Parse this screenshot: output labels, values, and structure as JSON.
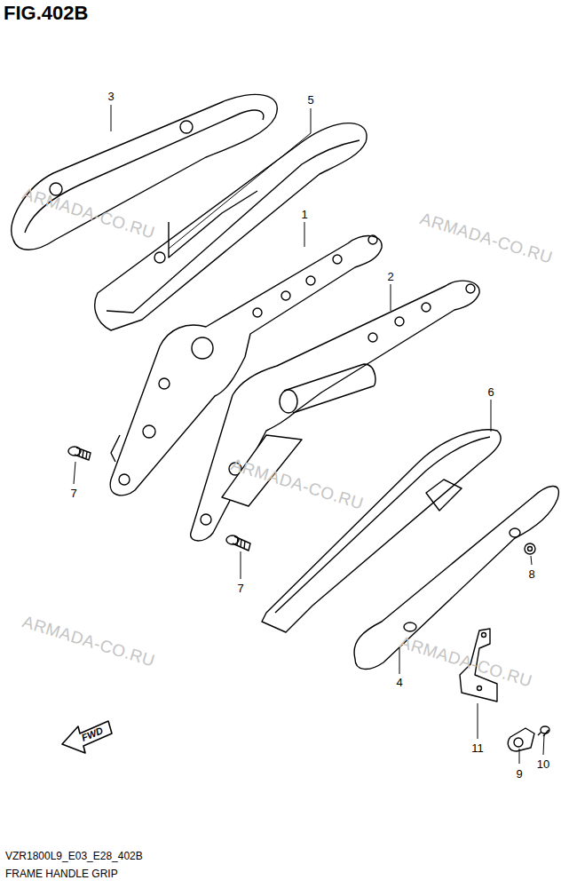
{
  "diagram": {
    "title": "FIG.402B",
    "caption": "FRAME HANDLE GRIP",
    "labels": [
      "3",
      "5",
      "1",
      "2",
      "6",
      "7",
      "7",
      "8",
      "4",
      "11",
      "9",
      "10",
      "FWD",
      "ARMADA-CO.RU",
      "ARMADA-CO.RU",
      "ARMADA-CO.RU",
      "ARMADA-CO.RU",
      "ARMADA-CO.RU",
      "VZR1800L9_E03_E28_402B"
    ]
  }
}
